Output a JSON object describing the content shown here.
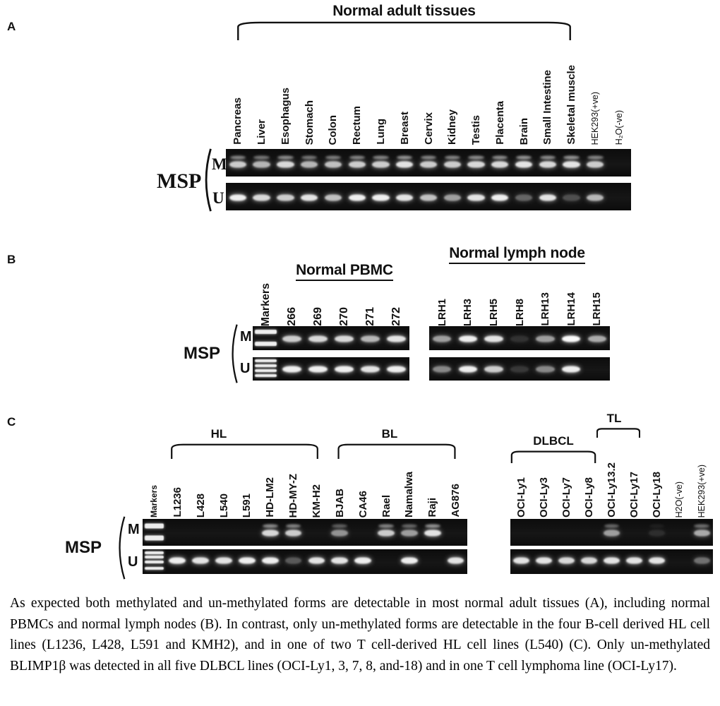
{
  "panel_a": {
    "letter": "A",
    "title": "Normal adult tissues",
    "msp": "MSP",
    "row_m": "M",
    "row_u": "U",
    "lanes": [
      "Pancreas",
      "Liver",
      "Esophagus",
      "Stomach",
      "Colon",
      "Rectum",
      "Lung",
      "Breast",
      "Cervix",
      "Kidney",
      "Testis",
      "Placenta",
      "Brain",
      "Small Intestine",
      "Skeletal muscle",
      "HEK293(+ve)",
      "H₂O(-ve)"
    ],
    "bands_m": [
      0.8,
      0.7,
      0.85,
      0.7,
      0.75,
      0.8,
      0.8,
      0.9,
      0.8,
      0.8,
      0.85,
      0.85,
      0.9,
      0.85,
      0.9,
      0.8,
      0
    ],
    "bands_u": [
      0.95,
      0.85,
      0.8,
      0.9,
      0.75,
      0.95,
      0.95,
      0.9,
      0.75,
      0.6,
      0.9,
      0.95,
      0.35,
      0.9,
      0.25,
      0.7,
      0
    ]
  },
  "panel_b": {
    "letter": "B",
    "pbmc_title": "Normal PBMC",
    "lymph_title": "Normal lymph node",
    "msp": "MSP",
    "row_m": "M",
    "row_u": "U",
    "left_lanes": [
      "Markers",
      "266",
      "269",
      "270",
      "271",
      "272"
    ],
    "right_lanes": [
      "LRH1",
      "LRH3",
      "LRH5",
      "LRH8",
      "LRH13",
      "LRH14",
      "LRH15"
    ],
    "left_bands_m": [
      0,
      0.8,
      0.85,
      0.85,
      0.7,
      0.9
    ],
    "left_bands_u": [
      0,
      0.95,
      0.95,
      0.95,
      0.9,
      0.95
    ],
    "right_bands_m": [
      0.6,
      0.95,
      0.9,
      0.12,
      0.6,
      1,
      0.65
    ],
    "right_bands_u": [
      0.5,
      0.95,
      0.8,
      0.15,
      0.5,
      0.95,
      0
    ]
  },
  "panel_c": {
    "letter": "C",
    "groups": {
      "hl": "HL",
      "bl": "BL",
      "dlbcl": "DLBCL",
      "tl": "TL"
    },
    "msp": "MSP",
    "row_m": "M",
    "row_u": "U",
    "left_lanes": [
      "Markers",
      "L1236",
      "L428",
      "L540",
      "L591",
      "HD-LM2",
      "HD-MY-Z",
      "KM-H2",
      "BJAB",
      "CA46",
      "Rael",
      "Namalwa",
      "Raji",
      "AG876"
    ],
    "right_lanes": [
      "OCI-Ly1",
      "OCI-Ly3",
      "OCI-Ly7",
      "OCI-Ly8",
      "OCI-Ly13.2",
      "OCI-Ly17",
      "OCI-Ly18",
      "H2O(-ve)",
      "HEK293(+ve)"
    ],
    "left_bands_m": [
      0,
      0,
      0,
      0,
      0,
      0.85,
      0.8,
      0,
      0.55,
      0,
      0.8,
      0.6,
      0.9,
      0
    ],
    "left_bands_u": [
      0,
      0.95,
      0.9,
      0.9,
      0.95,
      0.95,
      0.3,
      0.9,
      0.9,
      0.95,
      0,
      0.95,
      0,
      0.9
    ],
    "right_bands_m": [
      0,
      0,
      0,
      0,
      0.6,
      0,
      0.1,
      0,
      0.65
    ],
    "right_bands_u": [
      0.9,
      0.9,
      0.85,
      0.85,
      0.9,
      0.9,
      0.9,
      0,
      0.4
    ]
  },
  "caption": "As expected both methylated and un-methylated forms are detectable in most normal adult tissues (A), including normal PBMCs and normal lymph nodes (B). In contrast, only un-methylated forms are detectable in the four B-cell derived HL cell lines (L1236, L428, L591 and KMH2), and in one of two T cell-derived HL cell lines (L540) (C). Only un-methylated BLIMP1β was detected in all five DLBCL lines (OCI-Ly1, 3, 7, 8, and-18) and in one T cell lymphoma line (OCI-Ly17)."
}
